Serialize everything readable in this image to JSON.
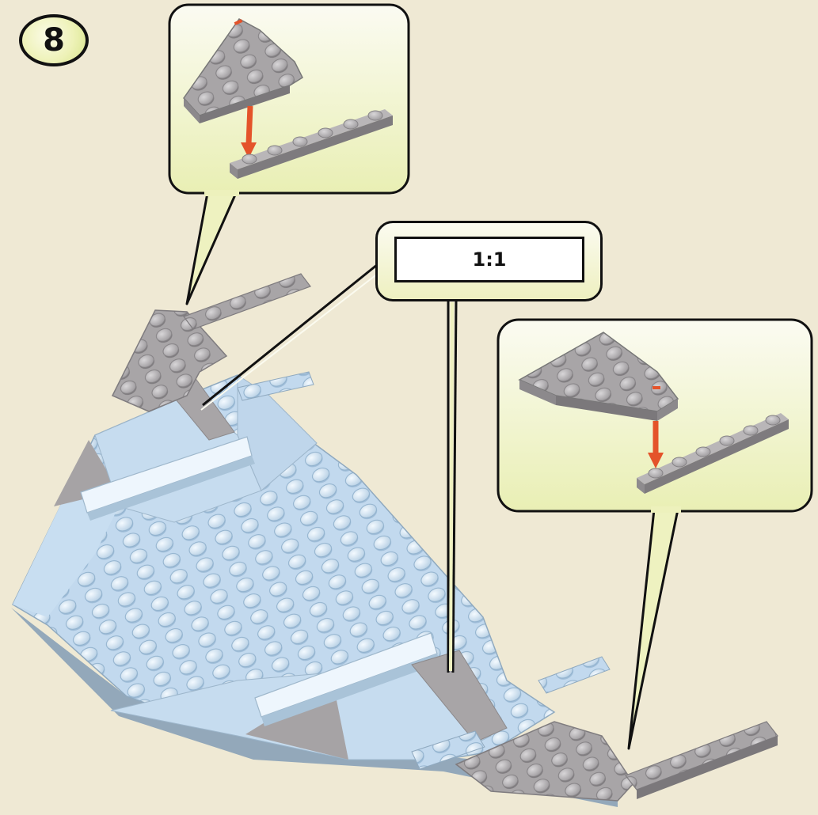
{
  "step": {
    "number": "8"
  },
  "scale": {
    "label": "1:1"
  },
  "callouts": [
    {
      "name": "callout-top-left",
      "part": "wedge-plate",
      "target": "plate-1x6"
    },
    {
      "name": "callout-right",
      "part": "wedge-plate",
      "target": "plate-1x6"
    }
  ],
  "colors": {
    "background": "#efe9d4",
    "callout_fill": "#f4f6cf",
    "light_bluish_gray": "#bcd6ec",
    "medium_gray": "#a9a6a8",
    "arrow": "#e4532a"
  }
}
